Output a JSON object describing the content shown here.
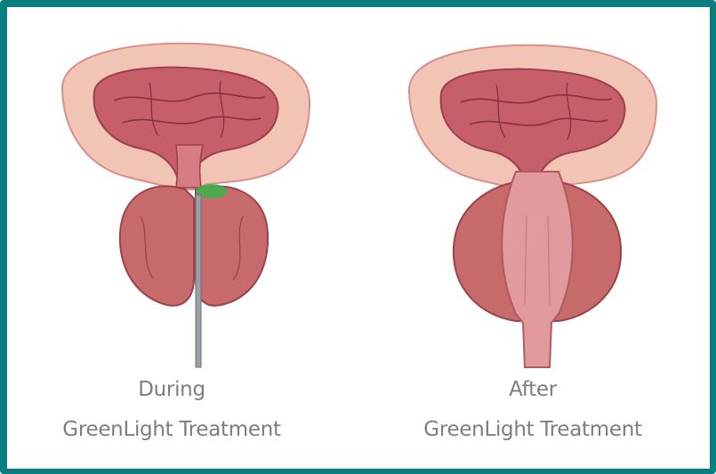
{
  "panels": [
    {
      "id": "during",
      "caption_line1": "During",
      "caption_line2": "GreenLight Treatment"
    },
    {
      "id": "after",
      "caption_line1": "After",
      "caption_line2": "GreenLight Treatment"
    }
  ],
  "colors": {
    "frame": "#0b7f80",
    "bladder_outer": "#f2c4b6",
    "bladder_inner": "#c75f6b",
    "prostate": "#c66a6c",
    "laser": "#38b34a",
    "caption_text": "#7d7d7d"
  }
}
